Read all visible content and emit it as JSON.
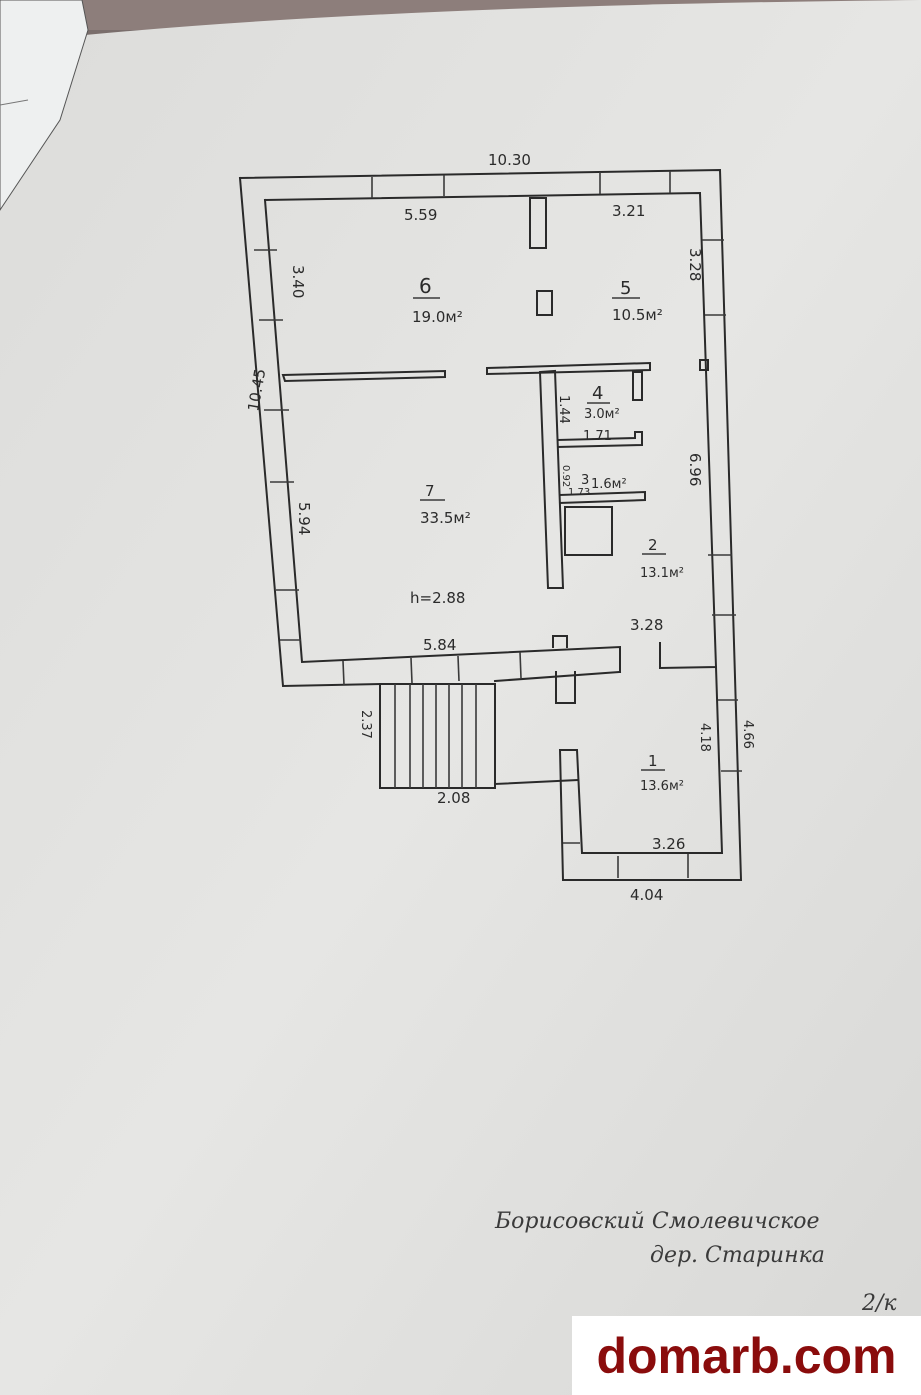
{
  "plan": {
    "dimensions": {
      "overall_width": "10.30",
      "overall_length": "10.45",
      "room6_width": "5.59",
      "room5_width": "3.21",
      "room6_depth": "3.40",
      "room5_depth": "3.28",
      "room4_depth": "1.44",
      "room4_width": "1.71",
      "room3_depth": "0.92",
      "room3_width": "1.73",
      "room7_depth": "5.94",
      "room2_depth": "6.96",
      "room7_width": "5.84",
      "room2_width": "3.28",
      "stairs_depth": "2.37",
      "stairs_width": "2.08",
      "room1_inner_depth": "4.18",
      "room1_outer_depth": "4.66",
      "room1_inner_width": "3.26",
      "room1_outer_width": "4.04",
      "ceiling_height": "h=2.88"
    },
    "rooms": [
      {
        "number": "1",
        "area": "13.6м²"
      },
      {
        "number": "2",
        "area": "13.1м²"
      },
      {
        "number": "3",
        "area": "1.6м²"
      },
      {
        "number": "4",
        "area": "3.0м²"
      },
      {
        "number": "5",
        "area": "10.5м²"
      },
      {
        "number": "6",
        "area": "19.0м²"
      },
      {
        "number": "7",
        "area": "33.5м²"
      }
    ]
  },
  "handwriting": {
    "line1": "Борисовский   Смолевичское",
    "line2": "дер. Старинка",
    "sheet_mark": "2/к"
  },
  "watermark": "domarb.com"
}
